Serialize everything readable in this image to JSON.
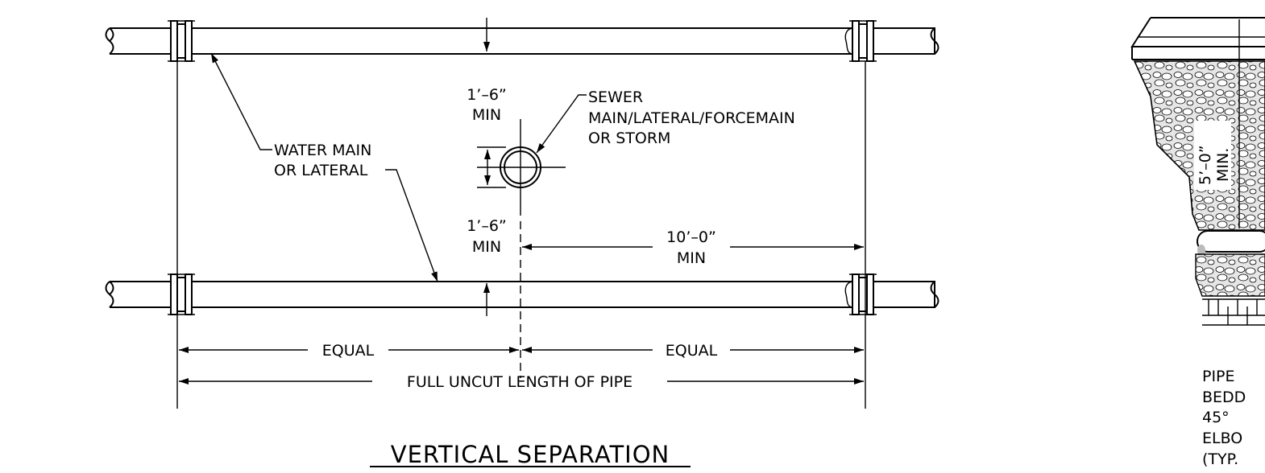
{
  "diagram": {
    "title": "VERTICAL SEPARATION",
    "upper_clearance": {
      "line1": "1’–6”",
      "line2": "MIN"
    },
    "lower_clearance": {
      "line1": "1’–6”",
      "line2": "MIN"
    },
    "sewer_label": {
      "line1": "SEWER",
      "line2": "MAIN/LATERAL/FORCEMAIN",
      "line3": "OR STORM"
    },
    "water_label": {
      "line1": "WATER MAIN",
      "line2": "OR LATERAL"
    },
    "horizontal_offset": {
      "line1": "10’–0”",
      "line2": "MIN"
    },
    "equal_left": "EQUAL",
    "equal_right": "EQUAL",
    "full_length": "FULL UNCUT LENGTH OF PIPE"
  },
  "side_detail": {
    "depth_label": {
      "line1": "5’–0”",
      "line2": "MIN."
    },
    "bedding_label": {
      "line1": "PIPE",
      "line2": "BEDD"
    },
    "elbow_label": {
      "line1": "45°",
      "line2": "ELBO",
      "line3": "(TYP."
    }
  }
}
